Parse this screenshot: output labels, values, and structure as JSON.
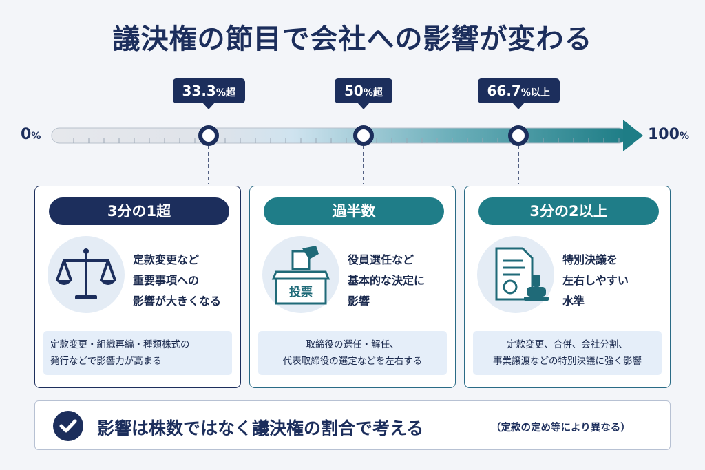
{
  "title": "議決権の節目で会社への影響が変わる",
  "scale": {
    "start_num": "0",
    "start_unit": "%",
    "end_num": "100",
    "end_unit": "%",
    "markers": [
      {
        "num": "33.3",
        "unit": "%超",
        "position_percent": 33.3
      },
      {
        "num": "50",
        "unit": "%超",
        "position_percent": 50
      },
      {
        "num": "66.7",
        "unit": "%以上",
        "position_percent": 66.7
      }
    ]
  },
  "cards": [
    {
      "heading": "3分の1超",
      "icon": "scales-icon",
      "desc": [
        "定款変更など",
        "重要事項への",
        "影響が大きくなる"
      ],
      "note": [
        "定款変更・組織再編・種類株式の",
        "発行などで影響力が高まる"
      ]
    },
    {
      "heading": "過半数",
      "icon": "ballot-box-icon",
      "icon_label": "投票",
      "desc": [
        "役員選任など",
        "基本的な決定に",
        "影響"
      ],
      "note": [
        "取締役の選任・解任、",
        "代表取締役の選定などを左右する"
      ]
    },
    {
      "heading": "3分の2以上",
      "icon": "document-seal-icon",
      "desc": [
        "特別決議を",
        "左右しやすい",
        "水準"
      ],
      "note": [
        "定款変更、合併、会社分割、",
        "事業譲渡などの特別決議に強く影響"
      ]
    }
  ],
  "summary": {
    "icon": "check-icon",
    "main": "影響は株数ではなく議決権の割合で考える",
    "sub": "（定款の定め等により異なる）"
  },
  "colors": {
    "navy": "#1c2e5c",
    "teal": "#1f7d88",
    "light_blue": "#e5eef9"
  }
}
